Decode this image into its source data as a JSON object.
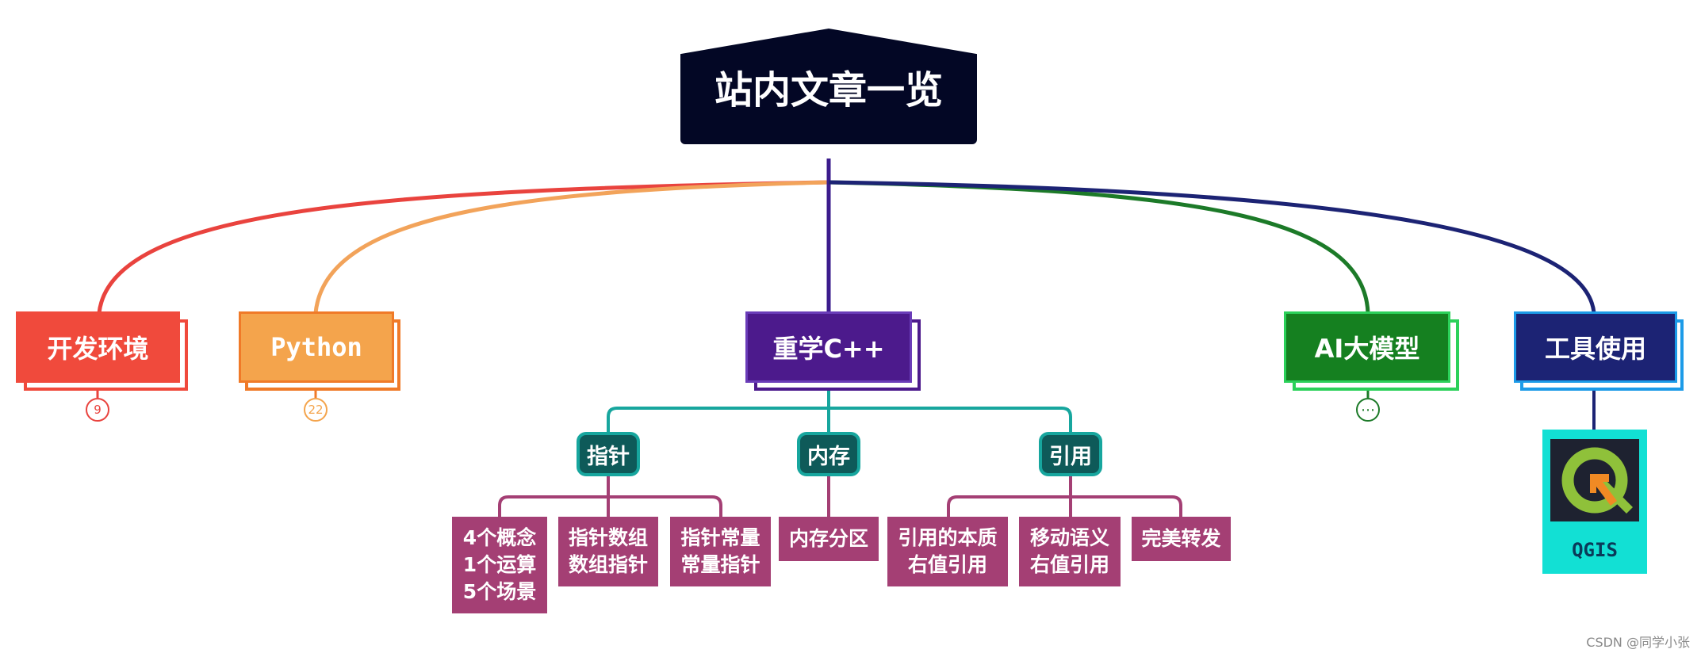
{
  "root": {
    "label": "站内文章一览",
    "color": "#030725"
  },
  "topics": [
    {
      "id": "kaifa",
      "label": "开发环境",
      "color": "#f04a3c",
      "edge": "#e9433e",
      "count": "9"
    },
    {
      "id": "python",
      "label": "Python",
      "color": "#f4a44c",
      "edge": "#f07a28",
      "count": "22"
    },
    {
      "id": "cpp",
      "label": "重学C++",
      "color": "#4c1a8c",
      "edge": "#3b1c8c"
    },
    {
      "id": "ai",
      "label": "AI大模型",
      "color": "#158020",
      "edge": "#1c7a28",
      "collapsed": "⋯"
    },
    {
      "id": "tools",
      "label": "工具使用",
      "color": "#1c2374",
      "edge": "#1c2374"
    }
  ],
  "cpp_subtopics": [
    {
      "label": "指针",
      "leaves": [
        "4个概念\n1个运算\n5个场景",
        "指针数组\n数组指针",
        "指针常量\n常量指针"
      ]
    },
    {
      "label": "内存",
      "leaves": [
        "内存分区"
      ]
    },
    {
      "label": "引用",
      "leaves": [
        "引用的本质\n右值引用",
        "移动语义\n右值引用",
        "完美转发"
      ]
    }
  ],
  "tool_item": {
    "label": "QGIS",
    "icon": "qgis-logo"
  },
  "watermark": "CSDN @同学小张"
}
